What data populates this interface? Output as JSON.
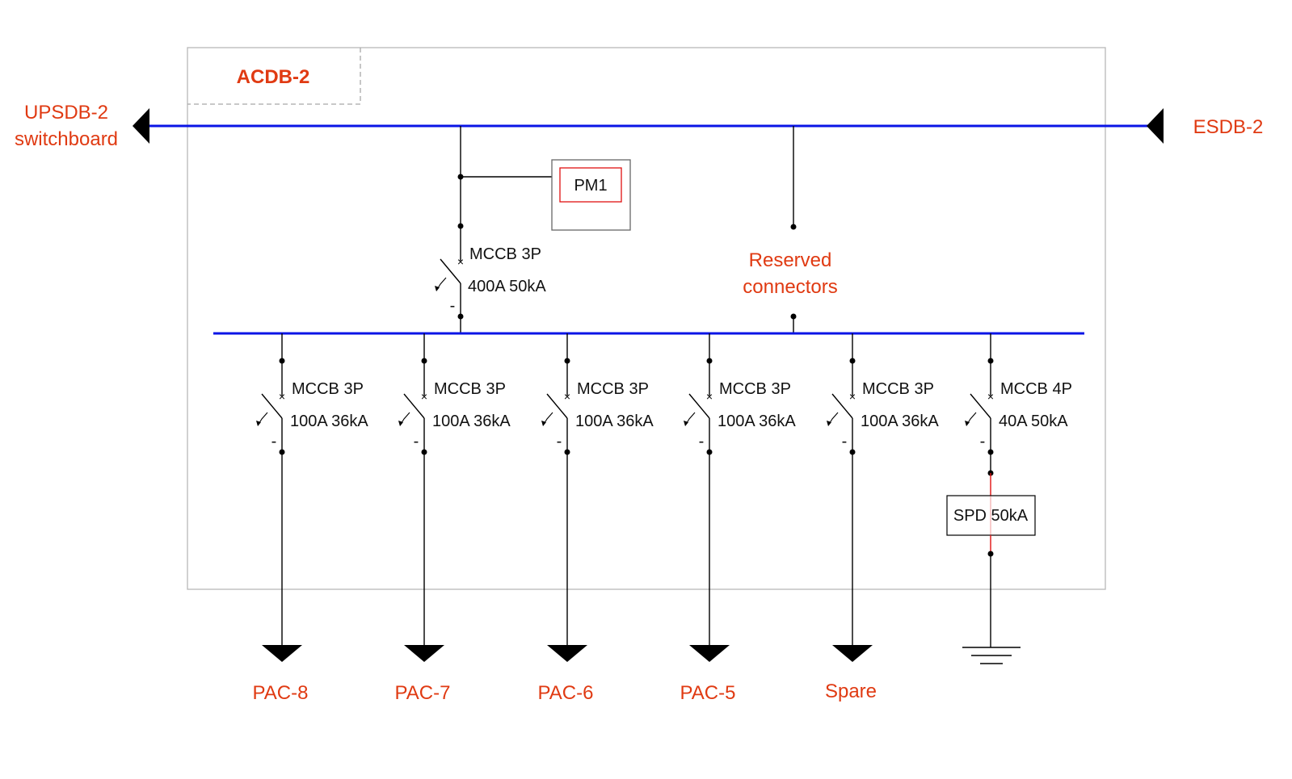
{
  "board": {
    "name": "ACDB-2"
  },
  "sources": {
    "left_line1": "UPSDB-2",
    "left_line2": "switchboard",
    "right": "ESDB-2"
  },
  "meter": {
    "label": "PM1"
  },
  "main_breaker": {
    "type": "MCCB 3P",
    "rating": "400A 50kA",
    "dash": "-"
  },
  "reserved": {
    "line1": "Reserved",
    "line2": "connectors"
  },
  "feeders": [
    {
      "type": "MCCB 3P",
      "rating": "100A 36kA",
      "load": "PAC-8",
      "dash": "-"
    },
    {
      "type": "MCCB 3P",
      "rating": "100A 36kA",
      "load": "PAC-7",
      "dash": "-"
    },
    {
      "type": "MCCB 3P",
      "rating": "100A 36kA",
      "load": "PAC-6",
      "dash": "-"
    },
    {
      "type": "MCCB 3P",
      "rating": "100A 36kA",
      "load": "PAC-5",
      "dash": "-"
    },
    {
      "type": "MCCB 3P",
      "rating": "100A 36kA",
      "load": "Spare",
      "dash": "-"
    }
  ],
  "surge_feeder": {
    "type": "MCCB 4P",
    "rating": "40A 50kA",
    "dash": "-",
    "spd_label": "SPD 50kA"
  },
  "colors": {
    "bus": "#0a14e6",
    "label_red": "#e03a12",
    "spd_wire": "#e01010",
    "pm_inner_border": "#e01010",
    "enclosure_border": "#b8b8b8"
  }
}
